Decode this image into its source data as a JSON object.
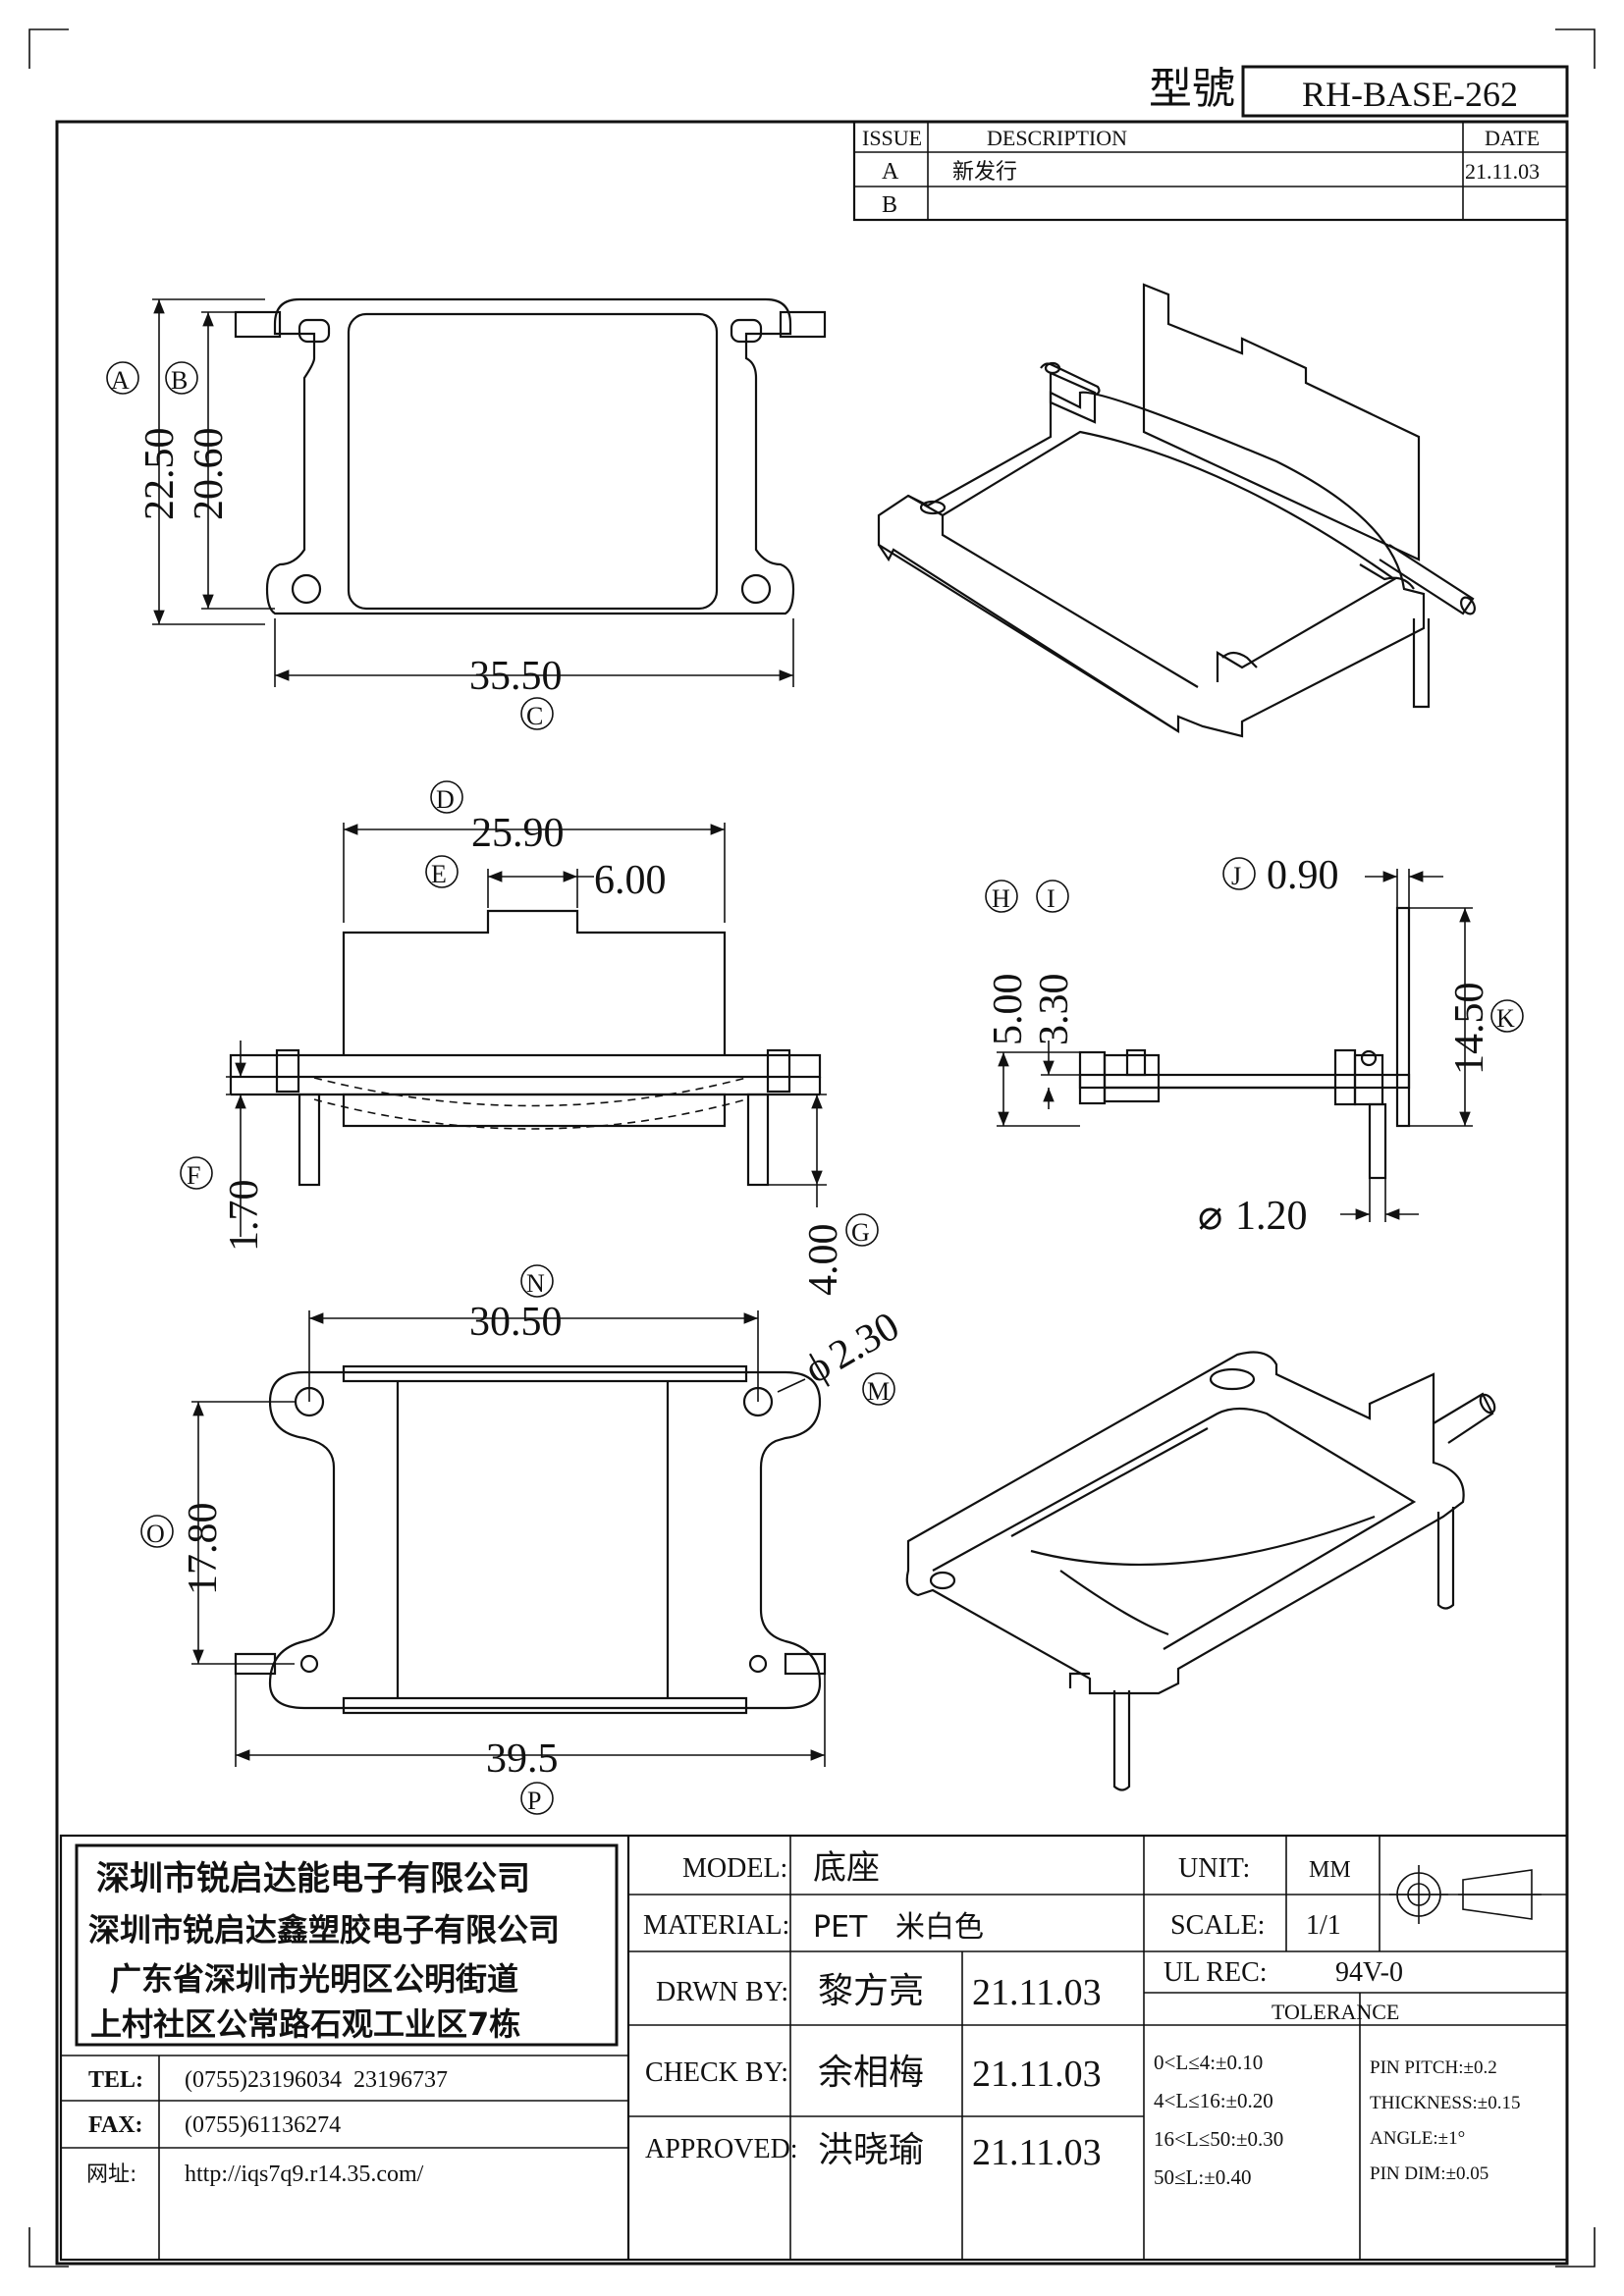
{
  "header": {
    "model_label": "型號",
    "model_no": "RH-BASE-262"
  },
  "revisions": {
    "headers": {
      "issue": "ISSUE",
      "description": "DESCRIPTION",
      "date": "DATE"
    },
    "rows": [
      {
        "issue": "A",
        "description": "新发行",
        "date": "21.11.03"
      },
      {
        "issue": "B",
        "description": "",
        "date": ""
      }
    ]
  },
  "dimensions": {
    "A": "22.50",
    "B": "20.60",
    "C": "35.50",
    "D": "25.90",
    "E": "6.00",
    "F": "1.70",
    "G": "4.00",
    "H": "5.00",
    "I": "3.30",
    "J": "0.90",
    "K": "14.50",
    "L": "1.20",
    "M": "2.30",
    "N": "30.50",
    "O": "17.80",
    "P": "39.5"
  },
  "dim_symbols": {
    "phi": "ϕ",
    "dia": "⌀"
  },
  "company": {
    "lines": [
      "深圳市锐启达能电子有限公司",
      "深圳市锐启达鑫塑胶电子有限公司",
      "广东省深圳市光明区公明街道",
      "上村社区公常路石观工业区7栋"
    ],
    "tel_label": "TEL:",
    "tel": "(0755)23196034  23196737",
    "fax_label": "FAX:",
    "fax": "(0755)61136274",
    "web_label": "网址:",
    "web": "http://iqs7q9.r14.35.com/"
  },
  "title_block": {
    "model_label": "MODEL:",
    "model": "底座",
    "material_label": "MATERIAL:",
    "material": "PET   米白色",
    "drawn_label": "DRWN BY:",
    "drawn_by": "黎方亮",
    "drawn_date": "21.11.03",
    "check_label": "CHECK BY:",
    "check_by": "余相梅",
    "check_date": "21.11.03",
    "approved_label": "APPROVED:",
    "approved_by": "洪晓瑜",
    "approved_date": "21.11.03",
    "unit_label": "UNIT:",
    "unit": "MM",
    "scale_label": "SCALE:",
    "scale": "1/1",
    "ul_label": "UL REC:",
    "ul": "94V-0",
    "tolerance_label": "TOLERANCE",
    "tolerance_left": [
      "0<L≤4:±0.10",
      "4<L≤16:±0.20",
      "16<L≤50:±0.30",
      "50≤L:±0.40"
    ],
    "tolerance_right": [
      "PIN PITCH:±0.2",
      "THICKNESS:±0.15",
      "ANGLE:±1°",
      "PIN DIM:±0.05"
    ]
  }
}
